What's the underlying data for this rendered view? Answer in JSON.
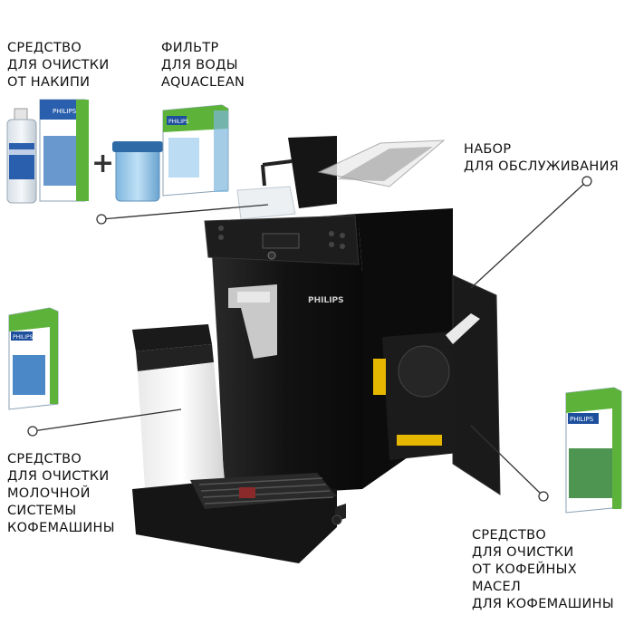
{
  "labels": {
    "descaler": [
      "СРЕДСТВО",
      "ДЛЯ ОЧИСТКИ",
      "ОТ НАКИПИ"
    ],
    "water_filter": [
      "ФИЛЬТР",
      "ДЛЯ ВОДЫ",
      "AQUACLEAN"
    ],
    "maintenance_kit": [
      "НАБОР",
      "ДЛЯ ОБСЛУЖИВАНИЯ"
    ],
    "milk_cleaner": [
      "СРЕДСТВО",
      "ДЛЯ ОЧИСТКИ",
      "МОЛОЧНОЙ",
      "СИСТЕМЫ",
      "КОФЕМАШИНЫ"
    ],
    "oil_remover": [
      "СРЕДСТВО",
      "ДЛЯ ОЧИСТКИ",
      "ОТ КОФЕЙНЫХ",
      "МАСЕЛ",
      "ДЛЯ КОФЕМАШИНЫ"
    ]
  },
  "brand": "PHILIPS",
  "package_brand": "PHILIPS",
  "plus_sign": "+",
  "colors": {
    "philips_blue": "#1d4f9c",
    "package_green": "#5db33a",
    "machine_black": "#141414"
  }
}
